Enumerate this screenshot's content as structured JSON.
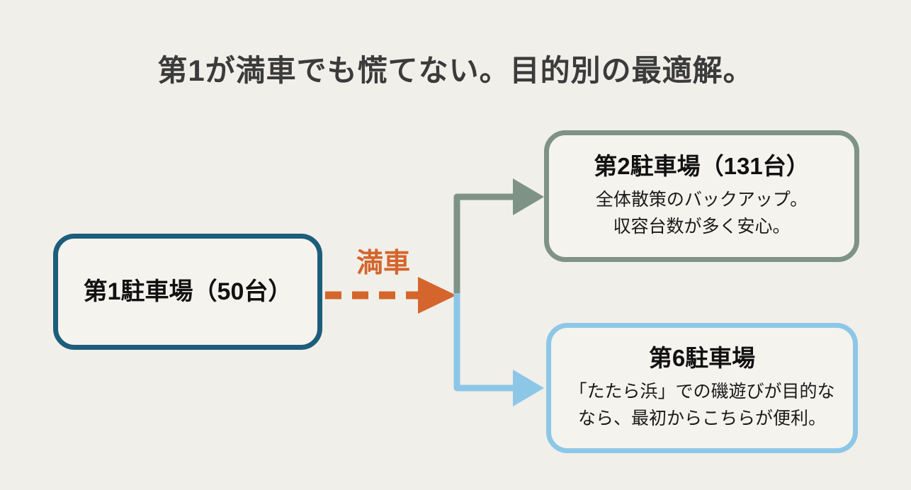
{
  "title": "第1が満車でも慌てない。目的別の最適解。",
  "colors": {
    "background": "#f1efe9",
    "title_text": "#3b3b3b",
    "node_fill": "#f5f3ed",
    "lot1_border": "#1d5d7c",
    "lot2_border": "#7e9386",
    "lot6_border": "#8cc7e8",
    "full_arrow": "#d4652c",
    "body_text": "#1a1a1a"
  },
  "nodes": {
    "lot1": {
      "label": "第1駐車場（50台）"
    },
    "lot2": {
      "label": "第2駐車場（131台）",
      "body_line1": "全体散策のバックアップ。",
      "body_line2": "収容台数が多く安心。"
    },
    "lot6": {
      "label": "第6駐車場",
      "body_line1": "「たたら浜」での磯遊びが目的な",
      "body_line2": "なら、最初からこちらが便利。"
    }
  },
  "edges": {
    "full_label": "満車"
  }
}
